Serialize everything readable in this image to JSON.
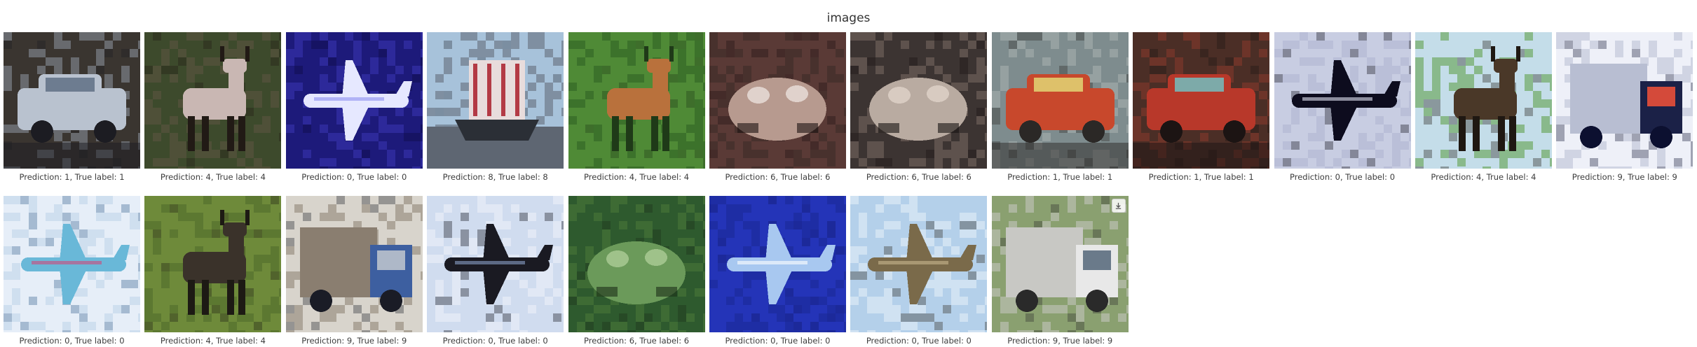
{
  "panel": {
    "title": "images"
  },
  "images": [
    {
      "caption": "Prediction: 1, True label: 1",
      "subject": "car",
      "colors": {
        "bg": "#3a3530",
        "mid": "#8e95a3",
        "main": "#b9c2cf",
        "dark": "#1c1c22",
        "accent": "#5a6a80"
      }
    },
    {
      "caption": "Prediction: 4, True label: 4",
      "subject": "deer",
      "colors": {
        "bg": "#3d4a2c",
        "mid": "#5f5544",
        "main": "#c9b7b3",
        "dark": "#211a15",
        "accent": "#7a6a55"
      }
    },
    {
      "caption": "Prediction: 0, True label: 0",
      "subject": "airplane",
      "colors": {
        "bg": "#1d1a7a",
        "mid": "#3b37b5",
        "main": "#e6e8ff",
        "dark": "#0b0a3a",
        "accent": "#8e8ff0"
      }
    },
    {
      "caption": "Prediction: 8, True label: 8",
      "subject": "ship",
      "colors": {
        "bg": "#a7c2da",
        "mid": "#5e6672",
        "main": "#e8dcdc",
        "dark": "#2b2f36",
        "accent": "#b33a45"
      }
    },
    {
      "caption": "Prediction: 4, True label: 4",
      "subject": "deer",
      "colors": {
        "bg": "#4f8a36",
        "mid": "#2e5f22",
        "main": "#b9713c",
        "dark": "#1f3a18",
        "accent": "#8cc26a"
      }
    },
    {
      "caption": "Prediction: 6, True label: 6",
      "subject": "frog",
      "colors": {
        "bg": "#5a3a36",
        "mid": "#3a2a26",
        "main": "#b79a8f",
        "dark": "#1d1211",
        "accent": "#e0d2cc"
      }
    },
    {
      "caption": "Prediction: 6, True label: 6",
      "subject": "frog",
      "colors": {
        "bg": "#3c3432",
        "mid": "#7a6c64",
        "main": "#b9aba1",
        "dark": "#161211",
        "accent": "#d8cbc1"
      }
    },
    {
      "caption": "Prediction: 1, True label: 1",
      "subject": "car",
      "colors": {
        "bg": "#7e8c8e",
        "mid": "#aab2b0",
        "main": "#c8482c",
        "dark": "#2b2826",
        "accent": "#e4e07a"
      }
    },
    {
      "caption": "Prediction: 1, True label: 1",
      "subject": "car",
      "colors": {
        "bg": "#4b2e26",
        "mid": "#8a3b2c",
        "main": "#b8382a",
        "dark": "#1c1413",
        "accent": "#6ec7c9"
      }
    },
    {
      "caption": "Prediction: 0, True label: 0",
      "subject": "airplane",
      "colors": {
        "bg": "#c8cde2",
        "mid": "#aeb4d0",
        "main": "#0d0c1e",
        "dark": "#06060f",
        "accent": "#e1e4f2"
      }
    },
    {
      "caption": "Prediction: 4, True label: 4",
      "subject": "deer",
      "colors": {
        "bg": "#c4dde9",
        "mid": "#5a9a3e",
        "main": "#4a3828",
        "dark": "#1f1812",
        "accent": "#8cc25a"
      }
    },
    {
      "caption": "Prediction: 9, True label: 9",
      "subject": "truck",
      "colors": {
        "bg": "#eef0f8",
        "mid": "#b8bed2",
        "main": "#1b2147",
        "dark": "#0c1030",
        "accent": "#d44a3a"
      }
    },
    {
      "caption": "Prediction: 0, True label: 0",
      "subject": "airplane",
      "colors": {
        "bg": "#e6eef8",
        "mid": "#bcd3e8",
        "main": "#69b8d8",
        "dark": "#2a5a8a",
        "accent": "#d1467a"
      }
    },
    {
      "caption": "Prediction: 4, True label: 4",
      "subject": "deer",
      "colors": {
        "bg": "#6e8a3a",
        "mid": "#4f6a2a",
        "main": "#3a322a",
        "dark": "#1d1a14",
        "accent": "#a9c25a"
      }
    },
    {
      "caption": "Prediction: 9, True label: 9",
      "subject": "truck",
      "colors": {
        "bg": "#d8d4cc",
        "mid": "#8a7e70",
        "main": "#3d5fa0",
        "dark": "#1a1c26",
        "accent": "#aeb8c8"
      }
    },
    {
      "caption": "Prediction: 0, True label: 0",
      "subject": "airplane",
      "colors": {
        "bg": "#d0dcef",
        "mid": "#eef2fa",
        "main": "#1a1a22",
        "dark": "#0a0a10",
        "accent": "#8aa0c8"
      }
    },
    {
      "caption": "Prediction: 6, True label: 6",
      "subject": "frog",
      "colors": {
        "bg": "#2e5a2e",
        "mid": "#4c7a3a",
        "main": "#6b9a5a",
        "dark": "#1a2e18",
        "accent": "#9fc28a"
      }
    },
    {
      "caption": "Prediction: 0, True label: 0",
      "subject": "airplane",
      "colors": {
        "bg": "#2434b8",
        "mid": "#1a2894",
        "main": "#a8c8f0",
        "dark": "#0e1860",
        "accent": "#ffffff"
      }
    },
    {
      "caption": "Prediction: 0, True label: 0",
      "subject": "airplane",
      "colors": {
        "bg": "#b4d0ea",
        "mid": "#e8f0f8",
        "main": "#7a6a4a",
        "dark": "#2a241a",
        "accent": "#c8b890"
      }
    },
    {
      "caption": "Prediction: 9, True label: 9",
      "subject": "truck",
      "colors": {
        "bg": "#8aa070",
        "mid": "#c8c8c4",
        "main": "#e8e8e8",
        "dark": "#2a2a2a",
        "accent": "#6a7a8a"
      }
    }
  ],
  "download_icon": "download-icon"
}
